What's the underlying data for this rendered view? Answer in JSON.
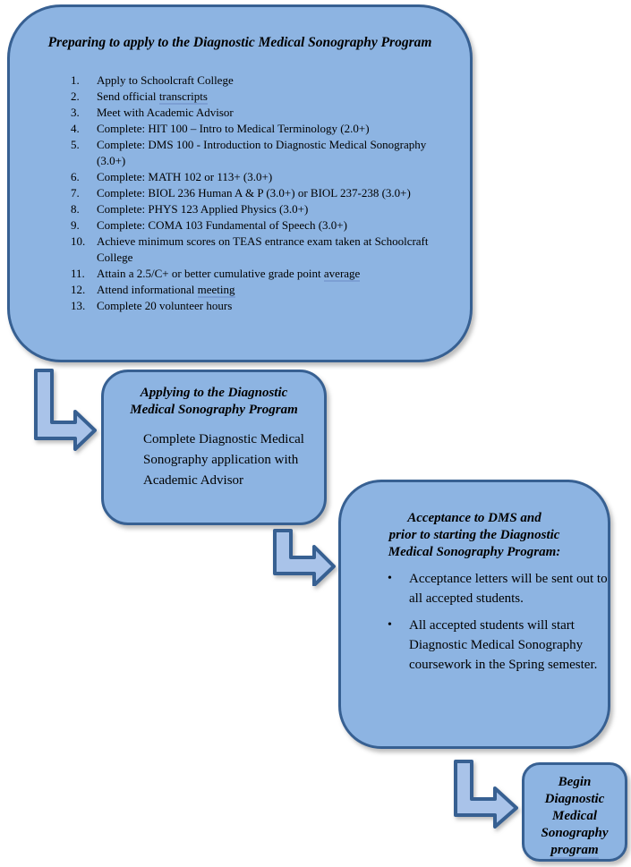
{
  "colors": {
    "box_fill": "#8db4e2",
    "box_border": "#376092",
    "arrow_fill": "#a9c3e9",
    "arrow_border": "#376092",
    "link_underline": "#7c9fd4",
    "text": "#000000",
    "background": "#ffffff"
  },
  "box1": {
    "title": "Preparing to apply to the Diagnostic Medical Sonography Program",
    "items": [
      {
        "num": "1.",
        "text": "Apply to Schoolcraft College",
        "link": ""
      },
      {
        "num": "2.",
        "text": "Send official ",
        "link": "transcripts"
      },
      {
        "num": "3.",
        "text": "Meet with Academic Advisor",
        "link": ""
      },
      {
        "num": "4.",
        "text": "Complete: HIT 100 – Intro to Medical Terminology (2.0+)",
        "link": ""
      },
      {
        "num": "5.",
        "text": "Complete: DMS 100 - Introduction to Diagnostic Medical Sonography (3.0+)",
        "link": ""
      },
      {
        "num": "6.",
        "text": "Complete: MATH 102 or 113+ (3.0+)",
        "link": ""
      },
      {
        "num": "7.",
        "text": "Complete: BIOL 236 Human A & P (3.0+) or BIOL 237-238 (3.0+)",
        "link": ""
      },
      {
        "num": "8.",
        "text": "Complete: PHYS 123 Applied Physics (3.0+)",
        "link": ""
      },
      {
        "num": "9.",
        "text": "Complete: COMA 103 Fundamental of Speech (3.0+)",
        "link": ""
      },
      {
        "num": "10.",
        "text": "Achieve minimum scores on TEAS entrance exam taken at Schoolcraft College",
        "link": ""
      },
      {
        "num": "11.",
        "text": "Attain a 2.5/C+ or better cumulative grade point ",
        "link": "average"
      },
      {
        "num": "12.",
        "text": "Attend informational ",
        "link": "meeting"
      },
      {
        "num": "13.",
        "text": "Complete 20 volunteer hours",
        "link": ""
      }
    ]
  },
  "box2": {
    "title_line1": "Applying to the Diagnostic",
    "title_line2": "Medical Sonography Program",
    "body": "Complete Diagnostic Medical Sonography application with Academic Advisor"
  },
  "box3": {
    "title_line1": "Acceptance to DMS and",
    "title_line2": "prior to starting the Diagnostic",
    "title_line3": "Medical Sonography Program:",
    "bullet_glyph": "•",
    "bullets": [
      "Acceptance letters will be sent out to all accepted students.",
      "All accepted students will start Diagnostic Medical Sonography coursework in the Spring semester."
    ]
  },
  "box4": {
    "line1": "Begin",
    "line2": "Diagnostic",
    "line3": "Medical",
    "line4": "Sonography",
    "link": "program"
  }
}
